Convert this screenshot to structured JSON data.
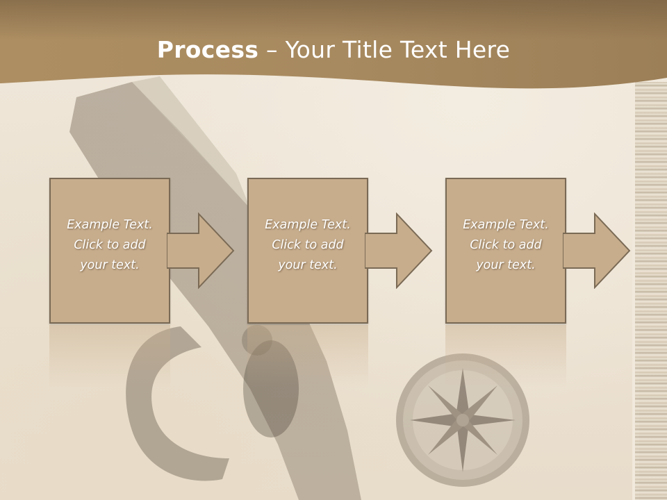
{
  "slide": {
    "title_bold": "Process",
    "title_rest": " – Your Title Text Here"
  },
  "steps": [
    {
      "line1": "Example Text.",
      "line2": "Click  to add",
      "line3": "your text."
    },
    {
      "line1": "Example Text.",
      "line2": "Click  to add",
      "line3": "your text."
    },
    {
      "line1": "Example Text.",
      "line2": "Click  to add",
      "line3": "your text."
    }
  ],
  "colors": {
    "header": "#a98a5f",
    "box_fill": "#c7ad8c",
    "box_border": "#7a6a55",
    "arrow_fill": "#c7ad8c"
  }
}
